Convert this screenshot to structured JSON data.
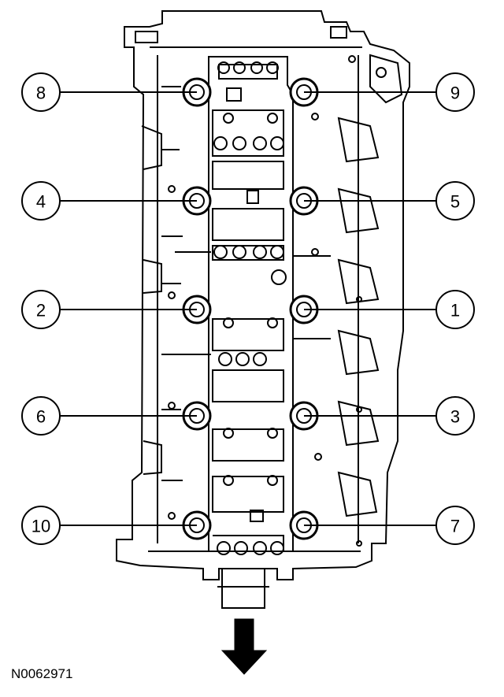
{
  "figure_id": "N0062971",
  "callouts": [
    {
      "label": "8",
      "side": "left"
    },
    {
      "label": "9",
      "side": "right"
    },
    {
      "label": "4",
      "side": "left"
    },
    {
      "label": "5",
      "side": "right"
    },
    {
      "label": "2",
      "side": "left"
    },
    {
      "label": "1",
      "side": "right"
    },
    {
      "label": "6",
      "side": "left"
    },
    {
      "label": "3",
      "side": "right"
    },
    {
      "label": "10",
      "side": "left"
    },
    {
      "label": "7",
      "side": "right"
    }
  ],
  "direction_arrow": "down",
  "colors": {
    "line": "#000000",
    "background": "#ffffff"
  }
}
